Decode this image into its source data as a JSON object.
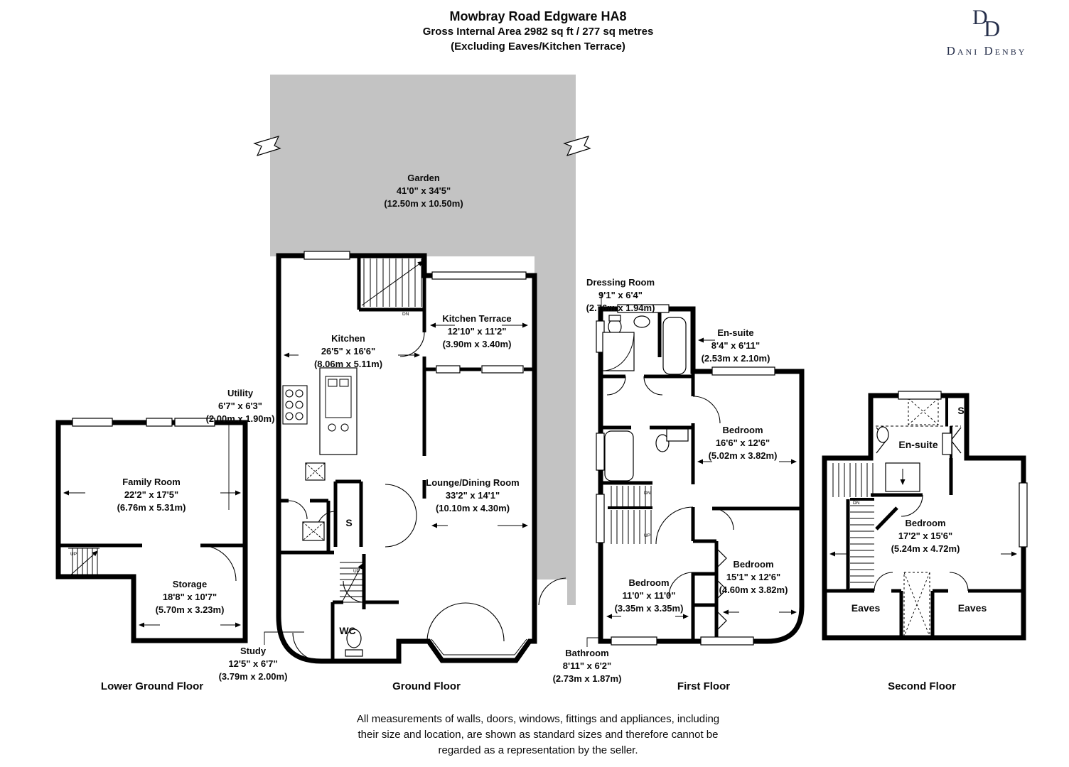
{
  "header": {
    "title": "Mowbray Road Edgware HA8",
    "area": "Gross Internal Area 2982 sq ft / 277 sq metres",
    "excluding": "(Excluding Eaves/Kitchen Terrace)"
  },
  "logo": {
    "monogram_left": "D",
    "monogram_right": "D",
    "name": "Dani Denby"
  },
  "colors": {
    "garden": "#c3c3c3",
    "wall": "#000000",
    "logo_navy": "#262f4b"
  },
  "rooms": {
    "garden": {
      "name": "Garden",
      "imperial": "41'0\" x 34'5\"",
      "metric": "(12.50m x 10.50m)"
    },
    "kitchen": {
      "name": "Kitchen",
      "imperial": "26'5\" x 16'6\"",
      "metric": "(8.06m x 5.11m)"
    },
    "kitchen_terrace": {
      "name": "Kitchen Terrace",
      "imperial": "12'10\" x 11'2\"",
      "metric": "(3.90m x 3.40m)"
    },
    "utility": {
      "name": "Utility",
      "imperial": "6'7\" x 6'3\"",
      "metric": "(2.00m x 1.90m)"
    },
    "family_room": {
      "name": "Family Room",
      "imperial": "22'2\" x 17'5\"",
      "metric": "(6.76m x 5.31m)"
    },
    "storage": {
      "name": "Storage",
      "imperial": "18'8\" x 10'7\"",
      "metric": "(5.70m x 3.23m)"
    },
    "lounge_dining": {
      "name": "Lounge/Dining Room",
      "imperial": "33'2\" x 14'1\"",
      "metric": "(10.10m x 4.30m)"
    },
    "study": {
      "name": "Study",
      "imperial": "12'5\" x 6'7\"",
      "metric": "(3.79m x 2.00m)"
    },
    "wc": {
      "name": "WC"
    },
    "store_ground": {
      "name": "S"
    },
    "dressing_room": {
      "name": "Dressing Room",
      "imperial": "9'1\" x 6'4\"",
      "metric": "(2.76m x 1.94m)"
    },
    "ensuite_first": {
      "name": "En-suite",
      "imperial": "8'4\" x 6'11\"",
      "metric": "(2.53m x 2.10m)"
    },
    "bedroom_first_main": {
      "name": "Bedroom",
      "imperial": "16'6\" x 12'6\"",
      "metric": "(5.02m x 3.82m)"
    },
    "bedroom_first_rear": {
      "name": "Bedroom",
      "imperial": "11'0\" x 11'0\"",
      "metric": "(3.35m x 3.35m)"
    },
    "bedroom_first_side": {
      "name": "Bedroom",
      "imperial": "15'1\" x 12'6\"",
      "metric": "(4.60m x 3.82m)"
    },
    "bathroom": {
      "name": "Bathroom",
      "imperial": "8'11\" x 6'2\"",
      "metric": "(2.73m x 1.87m)"
    },
    "ensuite_second": {
      "name": "En-suite"
    },
    "bedroom_second": {
      "name": "Bedroom",
      "imperial": "17'2\" x 15'6\"",
      "metric": "(5.24m x 4.72m)"
    },
    "eaves_left": {
      "name": "Eaves"
    },
    "eaves_right": {
      "name": "Eaves"
    },
    "store_second": {
      "name": "S"
    }
  },
  "stairs": {
    "up": "UP",
    "dn": "DN"
  },
  "floor_labels": {
    "lower": "Lower Ground Floor",
    "ground": "Ground Floor",
    "first": "First Floor",
    "second": "Second Floor"
  },
  "disclaimer": {
    "line1": "All measurements of walls, doors, windows, fittings and appliances, including",
    "line2": "their size and location, are shown as standard sizes and therefore cannot be",
    "line3": "regarded as a representation by the seller."
  }
}
